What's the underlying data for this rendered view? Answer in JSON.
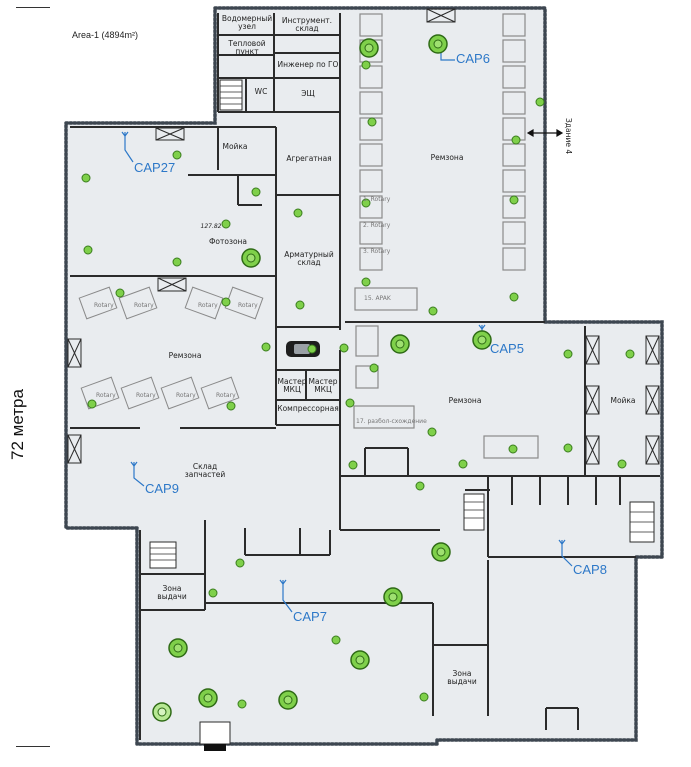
{
  "header": {
    "area_label": "Area-1 (4894m²)",
    "height_label": "72 метра"
  },
  "rooms": {
    "vodomer": "Водомерный\nузел",
    "instrument": "Инструмент.\nсклад",
    "teplovoy": "Тепловой\nпункт",
    "inzhener": "Инженер по ГО",
    "wc": "WC",
    "shch": "ЭЩ",
    "moyka_left": "Мойка",
    "agregat": "Агрегатная",
    "fotozona": "Фотозона",
    "armatur": "Арматурный\nсклад",
    "remzona_top": "Ремзона",
    "remzona_left": "Ремзона",
    "master1": "Мастер\nМКЦ",
    "master2": "Мастер\nМКЦ",
    "compressor": "Компрессорная",
    "remzona_mid": "Ремзона",
    "moyka_right": "Мойка",
    "sklad": "Склад\nзапчастей",
    "zona1": "Зона\nвыдачи",
    "zona2": "Зона\nвыдачи",
    "building4": "Здание 4",
    "num_label": "127.82"
  },
  "access_points": {
    "cap6": "CAP6",
    "cap27": "CAP27",
    "cap5": "CAP5",
    "cap9": "CAP9",
    "cap8": "CAP8",
    "cap7": "CAP7"
  },
  "rotary_labels": [
    "Rotary",
    "Rotary",
    "Rotary",
    "Rotary",
    "Rotary",
    "Rotary",
    "Rotary",
    "Rotary"
  ],
  "lift_labels": [
    "1. Rotary",
    "2. Rotary",
    "3. Rotary",
    "15. APAK",
    "17. разбол-схождение"
  ],
  "colors": {
    "wall": "#2b2b2b",
    "outline": "#3d4650",
    "floor": "#e9ecef",
    "sensor": "#7fd04a",
    "sensor_ring": "#3a7d1e",
    "cap_text": "#2d78c8"
  }
}
